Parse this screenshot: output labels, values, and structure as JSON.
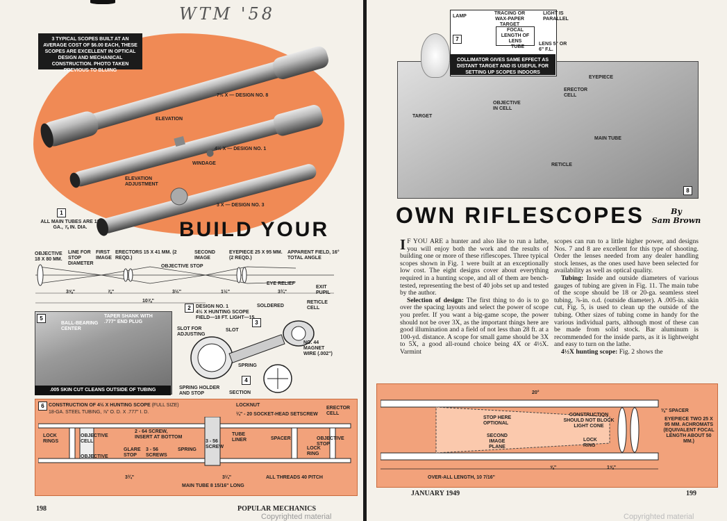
{
  "handwriting": "WTM '58",
  "left_page": {
    "fig1": {
      "caption": "3 TYPICAL SCOPES\nBUILT AT AN AVERAGE COST OF $6.00 EACH, THESE SCOPES ARE EXCELLENT IN OPTICAL DESIGN AND MECHANICAL CONSTRUCTION. PHOTO TAKEN PREVIOUS TO BLUING",
      "labels": {
        "design8": "7½ X — DESIGN No. 8",
        "elevation": "ELEVATION",
        "design1": "4½ X — DESIGN No. 1",
        "windage": "WINDAGE",
        "elevation_adj": "ELEVATION ADJUSTMENT",
        "design3": "3 X — DESIGN No. 3"
      },
      "number": "1",
      "tubes_note": "ALL MAIN TUBES ARE 18 GA., ⅞ IN. DIA."
    },
    "headline": "BUILD YOUR",
    "fig2": {
      "labels": [
        "OBJECTIVE 18 X 80 MM.",
        "LINE FOR STOP DIAMETER",
        "FIRST IMAGE",
        "ERECTORS 15 X 41 MM. (2 REQD.)",
        "SECOND IMAGE",
        "EYEPIECE 25 X 95 MM. (2 REQD.)",
        "APPARENT FIELD, 16° TOTAL ANGLE",
        "OBJECTIVE STOP",
        "EYE RELIEF",
        "EXIT PUPIL"
      ],
      "dims": [
        "3⅝\"",
        "⅞\"",
        "3½\"",
        "1½\"",
        "3¾\"",
        "10⅞\""
      ],
      "number": "2",
      "caption": "DESIGN No. 1\n4½ X HUNTING SCOPE\nFIELD—18 FT. LIGHT—15"
    },
    "fig5": {
      "number": "5",
      "labels": [
        "BALL-BEARING CENTER",
        "TAPER SHANK WITH .777\" END PLUG"
      ],
      "caption": ".005 SKIN CUT CLEANS OUTSIDE OF TUBING"
    },
    "fig3": {
      "number": "3",
      "labels": [
        "SLOT FOR ADJUSTING",
        "SLOT",
        "SOLDERED",
        "RETICLE CELL",
        "SPRING",
        "No. 44 MAGNET WIRE (.002\")",
        "SPRING HOLDER AND STOP"
      ]
    },
    "fig4": {
      "number": "4",
      "labels": [
        "SECTION"
      ]
    },
    "fig6": {
      "number": "6",
      "title": "CONSTRUCTION OF 4½ X HUNTING SCOPE",
      "title_note": "(Full Size)",
      "subtitle": "18-GA. STEEL TUBING, ⅞\" O. D. X .777\" I. D.",
      "labels": [
        "LOCKNUT",
        "¼\" - 20 SOCKET-HEAD SETSCREW",
        "ERECTOR CELL",
        "LOCK RINGS",
        "OBJECTIVE CELL",
        "OBJECTIVE",
        "2 - 64 SCREW, INSERT AT BOTTOM",
        "GLARE STOP",
        "3 - 56 SCREWS",
        "SPRING",
        "3 - 56 SCREW",
        "TUBE LINER",
        "SPACER",
        "OBJECTIVE STOP",
        "LOCK RING"
      ],
      "dims": [
        "3¾\"",
        "3¼\"",
        "ALL THREADS 40 PITCH",
        "MAIN TUBE 8 15/16\" LONG"
      ]
    },
    "footer_page": "198",
    "footer_mag": "POPULAR MECHANICS",
    "watermark": "Copyrighted material"
  },
  "right_page": {
    "fig7": {
      "number": "7",
      "labels": [
        "LAMP",
        "TRACING OR WAX-PAPER TARGET",
        "LIGHT IS PARALLEL",
        "FOCAL LENGTH OF LENS",
        "TUBE",
        "LENS 5\" OR 6\" F.L."
      ],
      "caption": "COLLIMATOR GIVES SAME EFFECT AS DISTANT TARGET AND IS USEFUL FOR SETTING UP SCOPES INDOORS"
    },
    "fig8": {
      "number": "8",
      "labels": [
        "EYEPIECE",
        "ERECTOR CELL",
        "OBJECTIVE IN CELL",
        "TARGET",
        "MAIN TUBE",
        "RETICLE"
      ]
    },
    "headline": "OWN RIFLESCOPES",
    "byline_by": "By",
    "byline_name": "Sam Brown",
    "col1": [
      {
        "dropcap": "I",
        "text": "F YOU ARE a hunter and also like to run a lathe, you will enjoy both the work and the results of building one or more of these riflescopes. Three typical scopes shown in Fig. 1 were built at an exceptionally low cost. The eight designs cover about everything required in a hunting scope, and all of them are bench-tested, representing the best of 40 jobs set up and tested by the author."
      },
      {
        "bold": "Selection of design:",
        "text": " The first thing to do is to go over the spacing layouts and select the power of scope you prefer. If you want a big-game scope, the power should not be over 3X, as the important things here are good illumination and a field of not less than 28 ft. at a 100-yd. distance. A scope for small game should be 3X to 5X, a good all-round choice being 4X or 4½X. Varmint"
      }
    ],
    "col2": [
      {
        "text": "scopes can run to a little higher power, and designs Nos. 7 and 8 are excellent for this type of shooting. Order the lenses needed from any dealer handling stock lenses, as the ones used have been selected for availability as well as optical quality."
      },
      {
        "bold": "Tubing:",
        "text": " Inside and outside diameters of various gauges of tubing are given in Fig. 11. The main tube of the scope should be 18 or 20-ga. seamless steel tubing, ⅞-in. o.d. (outside diameter). A .005-in. skin cut, Fig. 5, is used to clean up the outside of the tubing. Other sizes of tubing come in handy for the various individual parts, although most of these can be made from solid stock. Bar aluminum is recommended for the inside parts, as it is lightweight and easy to turn on the lathe."
      },
      {
        "bold": "4½X hunting scope:",
        "text": " Fig. 2 shows the"
      }
    ],
    "fig_bottom": {
      "labels": [
        "20°",
        "⅜\" SPACER",
        "STOP HERE OPTIONAL",
        "CONSTRUCTION SHOULD NOT BLOCK LIGHT CONE",
        "EYEPIECE TWO 25 X 95 MM. ACHROMATS (EQUIVALENT FOCAL LENGTH ABOUT 50 MM.)",
        "SECOND IMAGE PLANE",
        "LOCK RING"
      ],
      "dims": [
        "⅝\"",
        "1⅝\"",
        "OVER-ALL LENGTH, 10 7/16\""
      ]
    },
    "footer_date": "JANUARY 1949",
    "footer_page": "199",
    "watermark": "Copyrighted material"
  }
}
